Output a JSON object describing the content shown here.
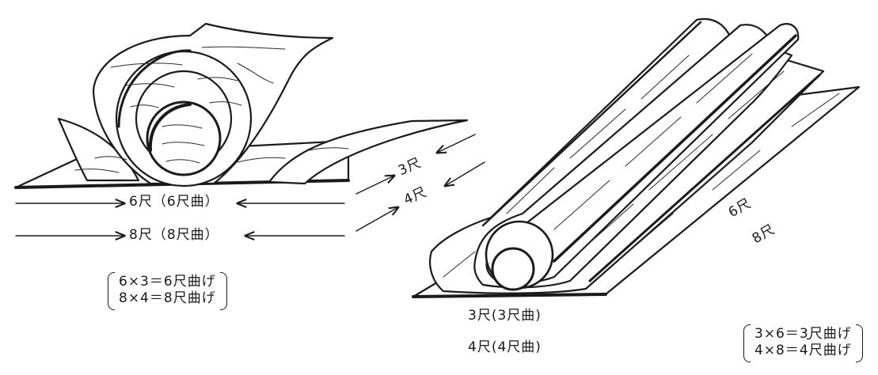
{
  "left_figure": {
    "dim_width_6": "6尺（6尺曲）",
    "dim_width_8": "8尺（8尺曲）",
    "dim_depth_3": "3尺",
    "dim_depth_4": "4尺",
    "formula_1": "6×3＝6尺曲げ",
    "formula_2": "8×4＝8尺曲げ"
  },
  "right_figure": {
    "dim_length_6": "6尺",
    "dim_length_8": "8尺",
    "dim_width_3": "3尺(3尺曲)",
    "dim_width_4": "4尺(4尺曲)",
    "formula_prefix": "-",
    "formula_1": "3×6＝3尺曲げ",
    "formula_2": "4×8＝4尺曲げ"
  }
}
